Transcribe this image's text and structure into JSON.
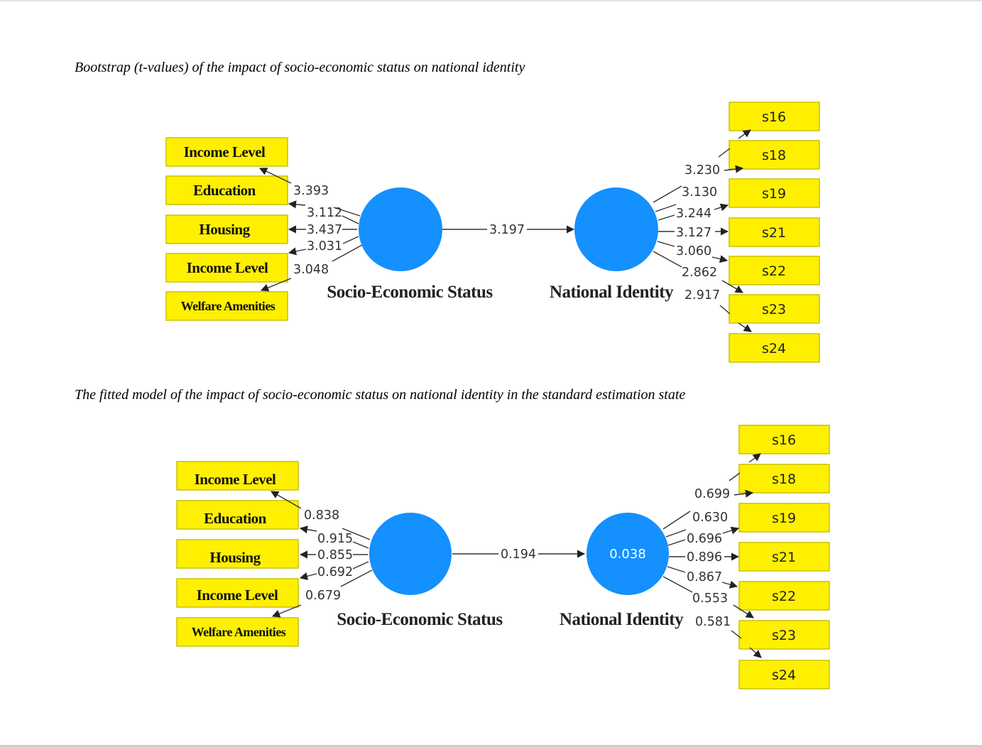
{
  "diagrams": [
    {
      "caption": "Bootstrap (t-values) of the impact of socio-economic status on national identity",
      "constructs": {
        "exogenous": "Socio-Economic Status",
        "endogenous": "National Identity",
        "endogenous_value": ""
      },
      "path_value": "3.197",
      "left_indicators": [
        "Income Level",
        "Education",
        "Housing",
        "Income Level",
        "Welfare Amenities"
      ],
      "left_values": [
        "3.393",
        "3.112",
        "3.437",
        "3.031",
        "3.048"
      ],
      "right_indicators": [
        "s16",
        "s18",
        "s19",
        "s21",
        "s22",
        "s23",
        "s24"
      ],
      "right_values": [
        "3.230",
        "3.130",
        "3.244",
        "3.127",
        "3.060",
        "2.862",
        "2.917"
      ]
    },
    {
      "caption": "The fitted model of the impact of socio-economic status on national identity in the standard estimation state",
      "constructs": {
        "exogenous": "Socio-Economic Status",
        "endogenous": "National Identity",
        "endogenous_value": "0.038"
      },
      "path_value": "0.194",
      "left_indicators": [
        "Income Level",
        "Education",
        "Housing",
        "Income Level",
        "Welfare Amenities"
      ],
      "left_values": [
        "0.838",
        "0.915",
        "0.855",
        "0.692",
        "0.679"
      ],
      "right_indicators": [
        "s16",
        "s18",
        "s19",
        "s21",
        "s22",
        "s23",
        "s24"
      ],
      "right_values": [
        "0.699",
        "0.630",
        "0.696",
        "0.896",
        "0.867",
        "0.553",
        "0.581"
      ]
    }
  ],
  "colors": {
    "indicator_box": "#fff000",
    "construct": "#1490ff"
  }
}
